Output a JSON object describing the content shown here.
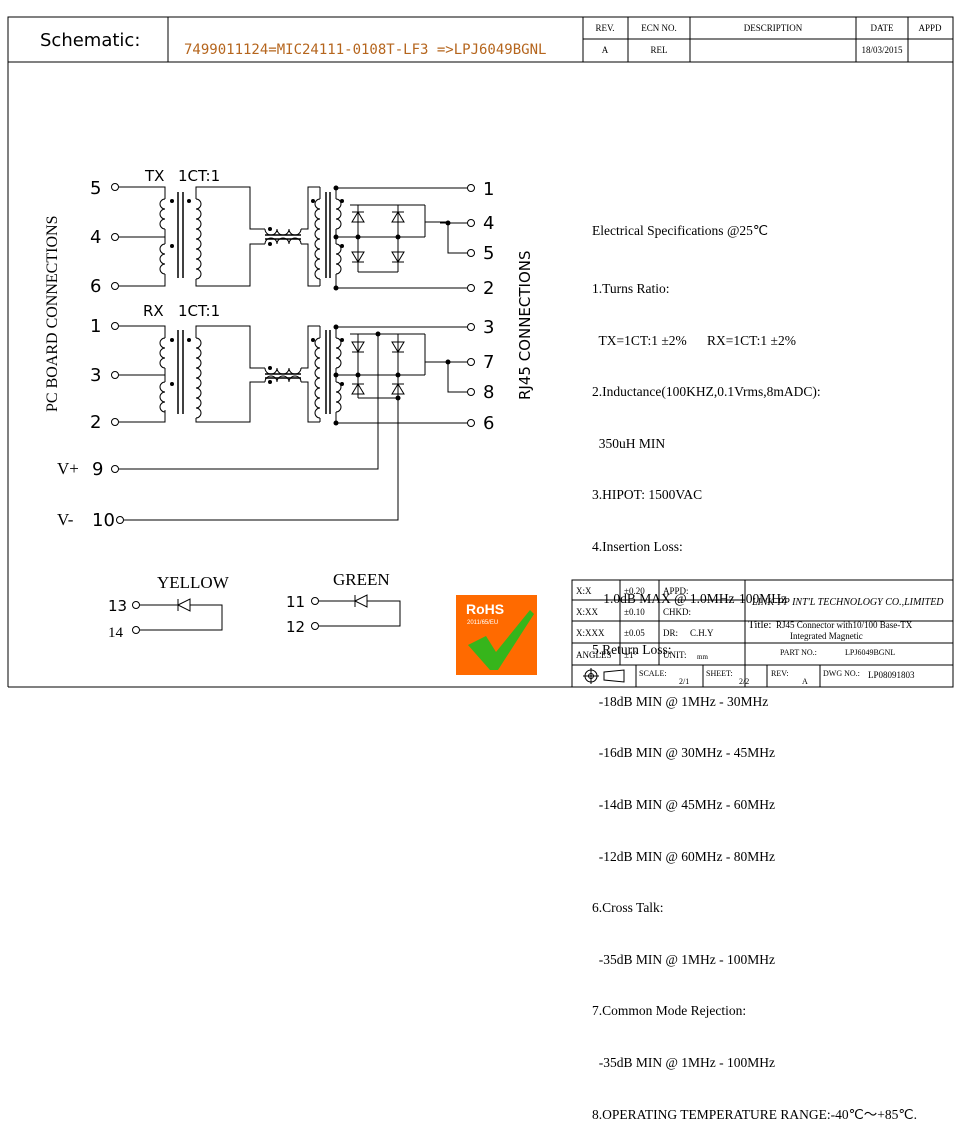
{
  "header": {
    "schematic_label": "Schematic:",
    "part_change": "7499011124=MIC24111-0108T-LF3 =>LPJ6049BGNL",
    "rev_table": {
      "headers": [
        "REV.",
        "ECN NO.",
        "DESCRIPTION",
        "DATE",
        "APPD"
      ],
      "row": [
        "A",
        "REL",
        "",
        "18/03/2015",
        ""
      ]
    }
  },
  "schematic": {
    "left_side_label": "PC BOARD CONNECTIONS",
    "right_side_label": "RJ45 CONNECTIONS",
    "tx_label": "TX",
    "tx_ratio": "1CT:1",
    "rx_label": "RX",
    "rx_ratio": "1CT:1",
    "left_pins": [
      "5",
      "4",
      "6",
      "1",
      "3",
      "2",
      "9",
      "10"
    ],
    "right_pins": [
      "1",
      "4",
      "5",
      "2",
      "3",
      "7",
      "8",
      "6"
    ],
    "vplus": "V+",
    "vminus": "V-",
    "yellow_label": "YELLOW",
    "green_label": "GREEN",
    "led_pins": [
      "13",
      "14",
      "11",
      "12"
    ]
  },
  "rohs": {
    "title": "RoHS",
    "subtitle": "2011/65/EU",
    "bg_color": "#ff6a00",
    "check_color": "#36b51b"
  },
  "specs": {
    "title": "Electrical Specifications @25℃",
    "lines": [
      "1.Turns Ratio:",
      "  TX=1CT:1 ±2%      RX=1CT:1 ±2%",
      "2.Inductance(100KHZ,0.1Vrms,8mADC):",
      "  350uH MIN",
      "3.HIPOT: 1500VAC",
      "4.Insertion Loss:",
      "  -1.0dB MAX @ 1.0MHz-100MHz",
      "5.Return Loss:",
      "  -18dB MIN @ 1MHz - 30MHz",
      "  -16dB MIN @ 30MHz - 45MHz",
      "  -14dB MIN @ 45MHz - 60MHz",
      "  -12dB MIN @ 60MHz - 80MHz",
      "6.Cross Talk:",
      "  -35dB MIN @ 1MHz - 100MHz",
      "7.Common Mode Rejection:",
      "  -35dB MIN @ 1MHz - 100MHz",
      "8.OPERATING TEMPERATURE RANGE:-40℃～+85℃."
    ]
  },
  "title_block": {
    "tol_rows": [
      {
        "label": "X:X",
        "tol": "±0.20",
        "field": "APPD:",
        "value": ""
      },
      {
        "label": "X:XX",
        "tol": "±0.10",
        "field": "CHKD:",
        "value": ""
      },
      {
        "label": "X:XXX",
        "tol": "±0.05",
        "field": "DR:",
        "value": "C.H.Y"
      },
      {
        "label": "ANGLES",
        "tol": "±1°",
        "field": "UNIT:",
        "value": "mm"
      }
    ],
    "company": "LINK-PP INT'L TECHNOLOGY CO.,LIMITED",
    "title_label": "Title:",
    "title_line1": "RJ45 Connector with10/100 Base-TX",
    "title_line2": "Integrated Magnetic",
    "part_no_label": "PART NO.:",
    "part_no": "LPJ6049BGNL",
    "scale_label": "SCALE:",
    "scale": "2/1",
    "sheet_label": "SHEET:",
    "sheet": "2/2",
    "rev_label": "REV:",
    "rev": "A",
    "dwg_label": "DWG NO.:",
    "dwg_no": "LP08091803"
  }
}
